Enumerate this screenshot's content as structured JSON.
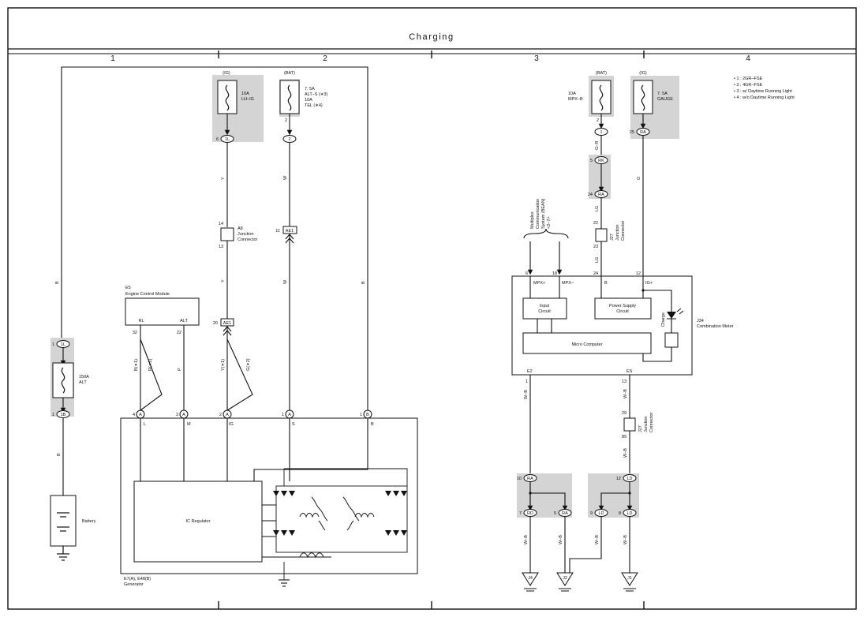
{
  "title": "Charging",
  "columns": [
    "1",
    "2",
    "3",
    "4"
  ],
  "notes": [
    "• 1 : 2GR–FSE",
    "• 2 : 4GR–FSE",
    "• 3 : w/ Daytime Running Light",
    "• 4 : w/o Daytime Running Light"
  ],
  "fuses": {
    "lhig": {
      "source": "(IG)",
      "rating": "10A",
      "name": "LH–IG"
    },
    "alts": {
      "source": "(BAT)",
      "l1": "7. 5A",
      "l2": "ALT–S (∗3)",
      "l3": "10A",
      "l4": "TEL (∗4)"
    },
    "mpxb": {
      "source": "(BAT)",
      "rating": "10A",
      "name": "MPX–B"
    },
    "gauge": {
      "source": "(IG)",
      "rating": "7. 5A",
      "name": "GAUGE"
    },
    "alt": {
      "rating": "150A",
      "name": "ALT"
    }
  },
  "connectors": {
    "c6": {
      "pin": "6",
      "code": "1L"
    },
    "c2": {
      "pin": "2",
      "code": "2"
    },
    "c1l": {
      "pin": "1",
      "code": "1L"
    },
    "c1b": {
      "pin": "1",
      "code": "1B"
    },
    "c2b": {
      "pin": "2",
      "code": "1"
    },
    "c25": {
      "pin": "25",
      "code": "RA"
    },
    "c5": {
      "pin": "5",
      "code": "RK"
    },
    "c24": {
      "pin": "24",
      "code": "RA"
    },
    "c10": {
      "pin": "10",
      "code": "RA"
    },
    "c7": {
      "pin": "7",
      "code": "RD"
    },
    "c5b": {
      "pin": "5",
      "code": "RA"
    },
    "c12": {
      "pin": "12",
      "code": "LD"
    },
    "c9": {
      "pin": "9",
      "code": "LD"
    },
    "c8": {
      "pin": "8",
      "code": "LD"
    },
    "ae1_11": {
      "pin": "11",
      "code": "AE1"
    },
    "ae1_20": {
      "pin": "20",
      "code": "AE1"
    }
  },
  "junctions": {
    "a8": {
      "top": "14",
      "bottom": "13",
      "l1": "A8",
      "l2": "Junction",
      "l3": "Connector"
    },
    "j27a": {
      "top": "22",
      "bottom": "23",
      "l1": "J27",
      "l2": "Junction",
      "l3": "Connector"
    },
    "j27b": {
      "top": "29",
      "bottom": "89",
      "l1": "J27",
      "l2": "Junction",
      "l3": "Connector"
    }
  },
  "wires": {
    "B": "B",
    "Y": "Y",
    "W": "W",
    "GR": "G–R",
    "LG": "LG",
    "O": "O",
    "WB": "W–B",
    "P": "P",
    "BI1": "B(∗1)",
    "R2": "R(∗2)",
    "Y1": "Y(∗1)",
    "G2": "G(∗2)"
  },
  "ecm": {
    "code": "E5",
    "name": "Engine Control Module",
    "pin_rl": "RL",
    "pin_alt": "ALT",
    "n_rl": "32",
    "n_alt": "22"
  },
  "generator": {
    "code": "E7(A), E48(B)",
    "name": "Generator",
    "ic": "IC Regulator",
    "pins": [
      {
        "n": "4",
        "c": "A",
        "l": "L"
      },
      {
        "n": "3",
        "c": "A",
        "l": "M"
      },
      {
        "n": "2",
        "c": "A",
        "l": "IG"
      },
      {
        "n": "1",
        "c": "A",
        "l": "S"
      },
      {
        "n": "1",
        "c": "B",
        "l": "B"
      }
    ]
  },
  "battery": "Battery",
  "meter": {
    "code": "J34",
    "name": "Combination Meter",
    "mpx_plus": "MPX+",
    "mpx_minus": "MPX–",
    "b": "B",
    "igp": "IG+",
    "e2": "E2",
    "es": "ES",
    "n6": "6",
    "n18": "18",
    "n24": "24",
    "n12": "12",
    "n1": "1",
    "n13": "13",
    "input": [
      "Input",
      "Circuit"
    ],
    "power": [
      "Power Supply",
      "Circuit"
    ],
    "micro": "Micro Computer",
    "charge": "Charge"
  },
  "mpx_label": [
    "Multiplex",
    "Communication",
    "System (BEAN)",
    "<2–7>"
  ],
  "grounds": [
    "J4",
    "J2",
    "J1"
  ]
}
